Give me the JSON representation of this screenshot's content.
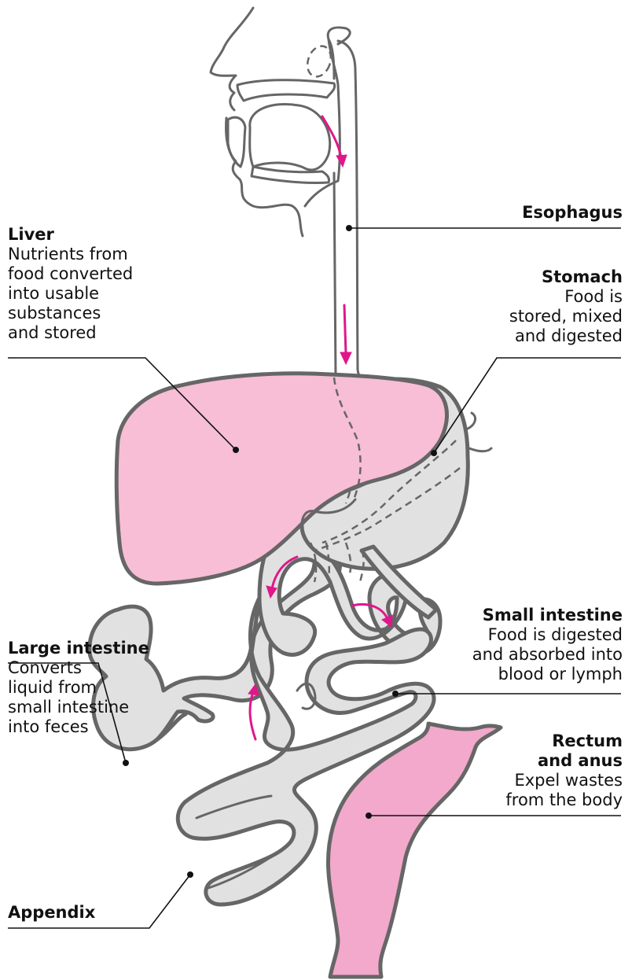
{
  "colors": {
    "pink_organ": "#f7bed6",
    "rectum_pink": "#f2a9cb",
    "grey_organ": "#e1e1e1",
    "outline": "#666666",
    "arrow": "#e0178a",
    "leader": "#111111"
  },
  "labels": {
    "esophagus": {
      "title": "Esophagus",
      "desc": ""
    },
    "liver": {
      "title": "Liver",
      "desc": "Nutrients from\nfood converted\ninto usable\nsubstances\nand stored"
    },
    "stomach": {
      "title": "Stomach",
      "desc": "Food is\nstored, mixed\nand digested"
    },
    "small_intestine": {
      "title": "Small intestine",
      "desc": "Food is digested\nand absorbed into\nblood or lymph"
    },
    "large_intestine": {
      "title": "Large intestine",
      "desc": "Converts\nliquid from\nsmall intestine\ninto feces"
    },
    "rectum": {
      "title": "Rectum\nand anus",
      "desc": "Expel wastes\nfrom the body"
    },
    "appendix": {
      "title": "Appendix",
      "desc": ""
    }
  }
}
